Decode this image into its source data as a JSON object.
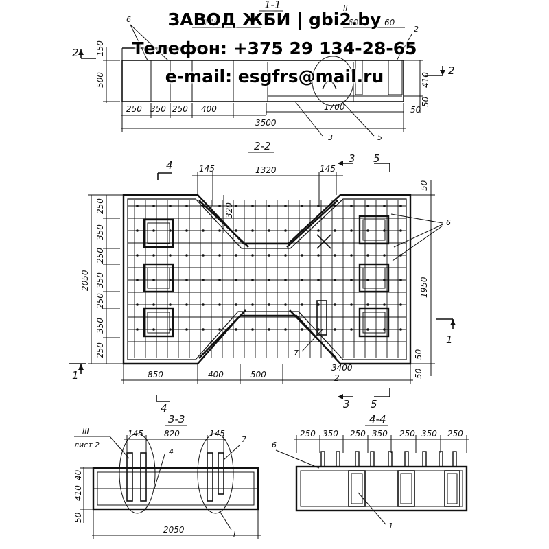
{
  "watermark": {
    "line1": "ЗАВОД ЖБИ | gbi2.by",
    "line2": "Телефон: +375 29 134-28-65",
    "line3": "e-mail: esgfrs@mail.ru"
  },
  "section_titles": {
    "s11": "1-1",
    "s22": "2-2",
    "s33": "3-3",
    "s44": "4-4"
  },
  "cut_markers": {
    "c1": "1",
    "c2": "2",
    "c3": "3",
    "c4": "4",
    "c5": "5"
  },
  "callouts": {
    "n1": "1",
    "n2": "2",
    "n3": "3",
    "n4": "4",
    "n5": "5",
    "n6": "6",
    "n7": "7",
    "roman1": "I",
    "roman3": "III",
    "sheet": "лист 2"
  },
  "dims_top": {
    "d150": "150",
    "d500": "500",
    "d250a": "250",
    "d350": "350",
    "d250b": "250",
    "d400": "400",
    "d1700": "1700",
    "d3500": "3500",
    "d410": "410",
    "d50a": "50",
    "d50b": "50",
    "d60a": "60",
    "d60b": "60",
    "d140": "140"
  },
  "dims_plan": {
    "d145a": "145",
    "d1320": "1320",
    "d145b": "145",
    "d320": "320",
    "d50top": "50",
    "v250a": "250",
    "v350a": "350",
    "v250b": "250",
    "v350b": "350",
    "v250c": "250",
    "v350c": "350",
    "v250d": "250",
    "d2050": "2050",
    "d1950": "1950",
    "d850": "850",
    "d400": "400",
    "d500": "500",
    "d3400": "3400",
    "d2": "2",
    "d50r": "50",
    "d50r2": "50"
  },
  "dims_33": {
    "d145a": "145",
    "d820": "820",
    "d145b": "145",
    "v40": "40",
    "v410": "410",
    "v50": "50",
    "d2050": "2050"
  },
  "dims_44": {
    "h250a": "250",
    "h350a": "350",
    "h250b": "250",
    "h350b": "350",
    "h250c": "250",
    "h350c": "350",
    "h250d": "250"
  }
}
